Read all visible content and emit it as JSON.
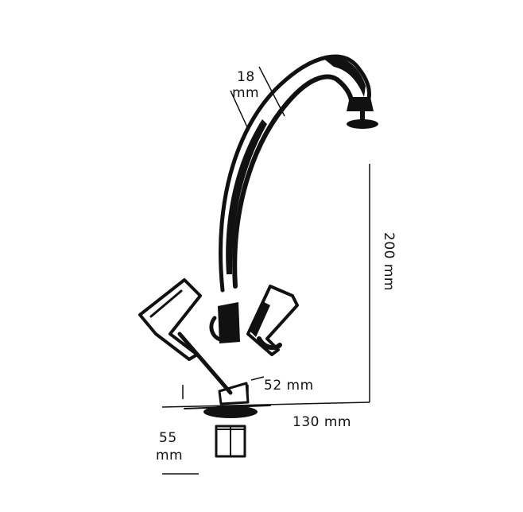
{
  "dimensions": {
    "pipe_diameter": {
      "value": "18",
      "unit": "mm"
    },
    "spout_height": "200 mm",
    "base_diameter": "52 mm",
    "spout_reach": "130 mm",
    "shank_length": {
      "value": "55",
      "unit": "mm"
    }
  },
  "colors": {
    "ink": "#111111",
    "metal_highlight": "#ffffff",
    "background": "#ffffff"
  }
}
